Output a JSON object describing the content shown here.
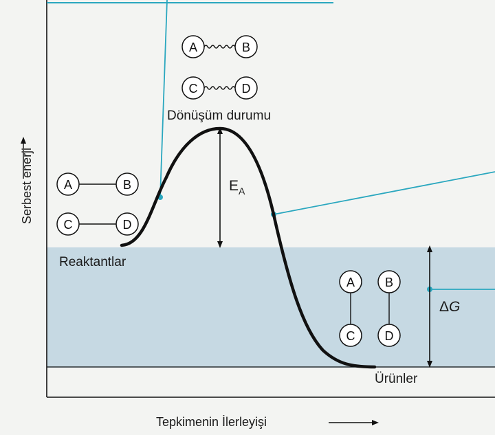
{
  "labels": {
    "transition_state": "Dönüşüm durumu",
    "reactants": "Reaktantlar",
    "products": "Ürünler",
    "activation_energy_main": "E",
    "activation_energy_sub": "A",
    "delta_g_prefix": "Δ",
    "delta_g_var": "G",
    "y_axis": "Serbest enerji",
    "x_axis": "Tepkimenin İlerleyişi"
  },
  "molecules": {
    "a": "A",
    "b": "B",
    "c": "C",
    "d": "D"
  },
  "colors": {
    "curve": "#111111",
    "leader_line": "#2aa7bf",
    "dg_band": "#c6d9e3",
    "background": "#f3f4f2"
  }
}
